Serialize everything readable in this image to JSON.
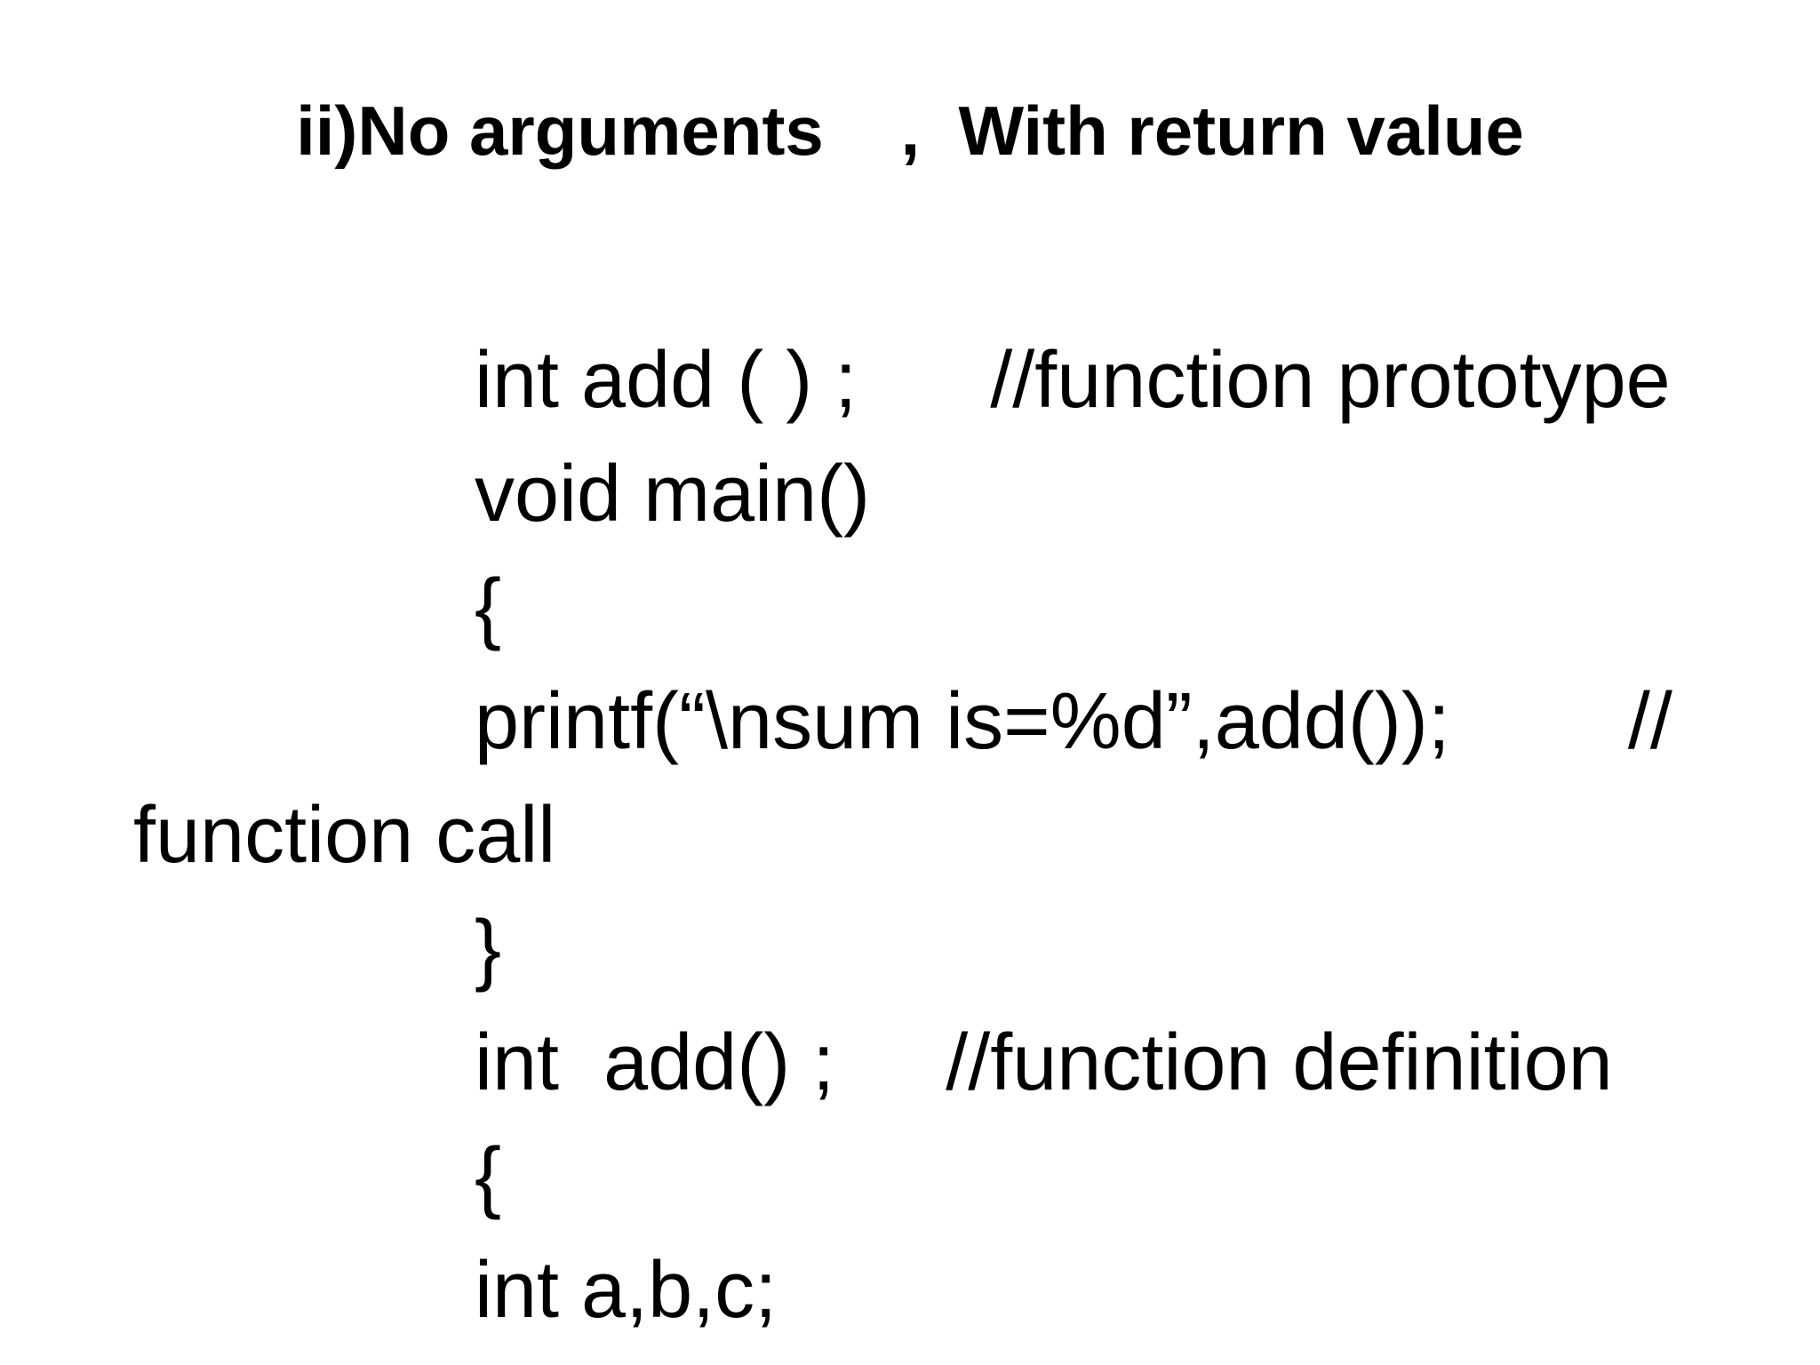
{
  "slide": {
    "title": "ii)No arguments    ,  With return value",
    "colors": {
      "background": "#ffffff",
      "text": "#000000"
    },
    "code_lines": [
      {
        "text": "int add ( ) ;      //function prototype",
        "indent": "code"
      },
      {
        "text": "void main()",
        "indent": "code"
      },
      {
        "text": "{",
        "indent": "code"
      },
      {
        "text": "printf(“\\nsum is=%d”,add());        //",
        "indent": "code"
      },
      {
        "text": "function call",
        "indent": "margin"
      },
      {
        "text": "}",
        "indent": "code"
      },
      {
        "text": "int  add() ;     //function definition",
        "indent": "code"
      },
      {
        "text": "{",
        "indent": "code"
      },
      {
        "text": "int a,b,c;",
        "indent": "code"
      }
    ]
  }
}
